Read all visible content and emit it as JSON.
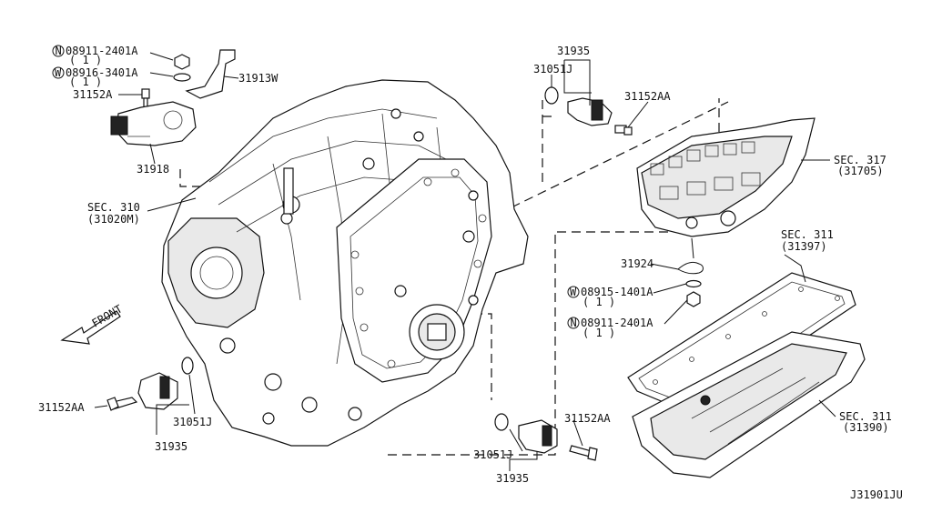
{
  "labels": {
    "n_08911_top": "08911-2401A",
    "qty_top1": "( 1 )",
    "w_08916": "08916-3401A",
    "qty_top2": "( 1 )",
    "p31913w": "31913W",
    "p31152a": "31152A",
    "p31918": "31918",
    "sec310": "SEC. 310",
    "sec310_ref": "(31020M)",
    "front": "FRONT",
    "p31935_top": "31935",
    "p31051j_top": "31051J",
    "p31152aa_top": "31152AA",
    "sec317": "SEC. 317",
    "sec317_ref": "(31705)",
    "sec311_top": "SEC. 311",
    "sec311_top_ref": "(31397)",
    "p31924": "31924",
    "w_08915": "08915-1401A",
    "qty_mid1": "( 1 )",
    "n_08911_mid": "08911-2401A",
    "qty_mid2": "( 1 )",
    "sec311_bot": "SEC. 311",
    "sec311_bot_ref": "(31390)",
    "p31152aa_left": "31152AA",
    "p31051j_left": "31051J",
    "p31935_left": "31935",
    "p31152aa_bot": "31152AA",
    "p31051j_bot": "31051J",
    "p31935_bot": "31935",
    "diagram_id": "J31901JU"
  },
  "symbols": {
    "nut_prefix": "N",
    "washer_prefix": "W"
  }
}
